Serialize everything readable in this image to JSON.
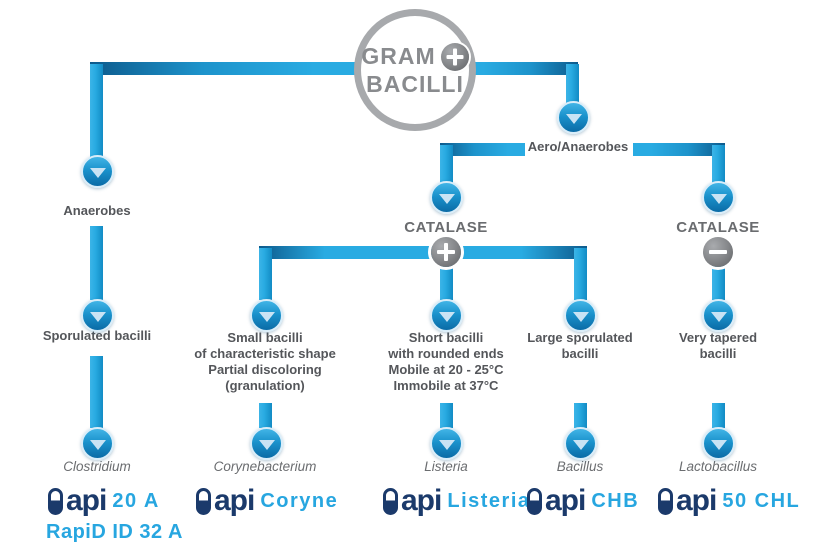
{
  "root": {
    "title_top": "GRAM",
    "title_bottom": "BACILLI"
  },
  "signs": {
    "positive": "+",
    "negative": "-"
  },
  "labels": {
    "anaerobes": "Anaerobes",
    "aero_anaerobes": "Aero/Anaerobes",
    "catalase": "CATALASE",
    "sporulated_bacilli": "Sporulated bacilli",
    "small_bacilli_lines": [
      "Small bacilli",
      "of characteristic shape",
      "Partial discoloring",
      "(granulation)"
    ],
    "short_bacilli_lines": [
      "Short bacilli",
      "with rounded ends",
      "Mobile at 20 - 25°C",
      "Immobile at 37°C"
    ],
    "large_sporulated_lines": [
      "Large sporulated",
      "bacilli"
    ],
    "very_tapered_lines": [
      "Very tapered",
      "bacilli"
    ]
  },
  "genera": {
    "col1": "Clostridium",
    "col2": "Corynebacterium",
    "col3": "Listeria",
    "col4": "Bacillus",
    "col5": "Lactobacillus"
  },
  "api": {
    "brand": "api",
    "col1_line1": "20 A",
    "col1_line2": "RapiD ID 32 A",
    "col2": "Coryne",
    "col3": "Listeria",
    "col4": "CHB",
    "col5": "50 CHL"
  },
  "colors": {
    "pipe_cyan": "#29ABE2",
    "pipe_dark": "#0D5A8C",
    "navy": "#1B3A6B",
    "cyan_text": "#27A6E0",
    "label_gray": "#54565A",
    "muted_gray": "#6B6D70",
    "ring_gray": "#A7A9AC",
    "title_gray": "#898B8E"
  }
}
